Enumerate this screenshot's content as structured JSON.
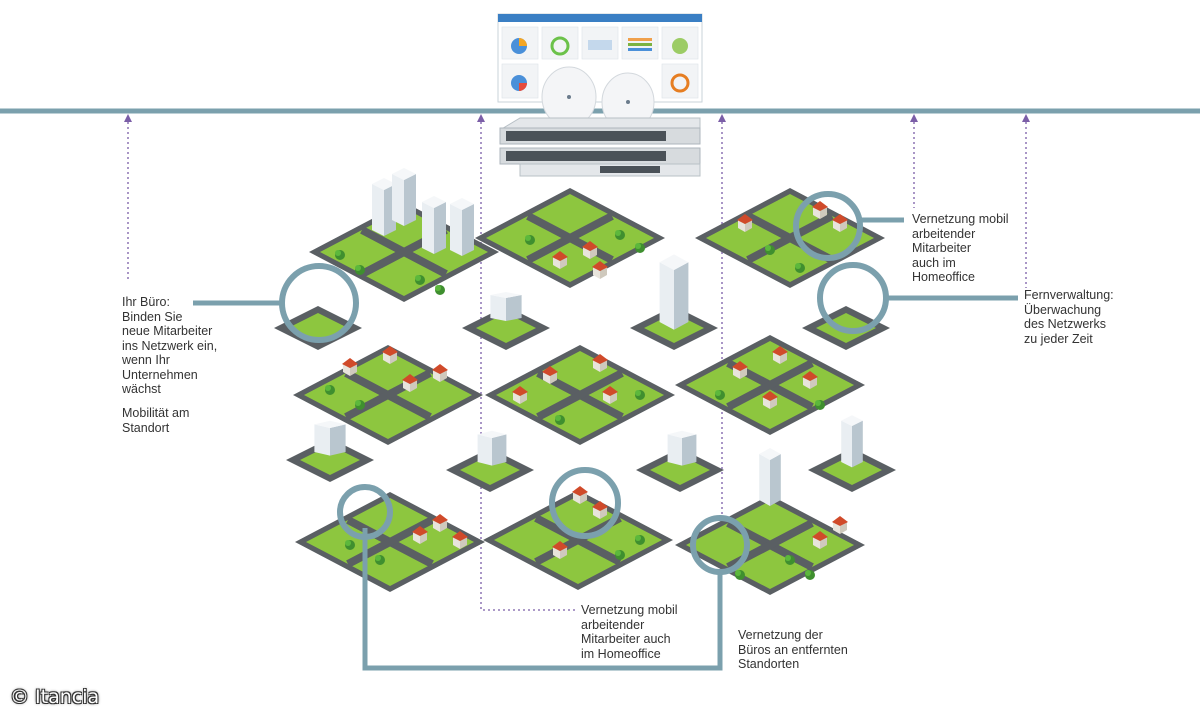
{
  "labels": {
    "office": "Ihr Büro:\nBinden Sie\nneue Mitarbeiter\nins Netzwerk ein,\nwenn Ihr\nUnternehmen\nwächst",
    "mobility": "Mobilität am\nStandort",
    "mobile_top": "Vernetzung mobil\narbeitender\nMitarbeiter\nauch im\nHomeoffice",
    "remote_mgmt": "Fernverwaltung:\nÜberwachung\ndes Netzwerks\nzu jeder Zeit",
    "mobile_bottom": "Vernetzung mobil\narbeitender\nMitarbeiter auch\nim Homeoffice",
    "branch": "Vernetzung der\nBüros an entfernten\nStandorten"
  },
  "credit": "© Itancia",
  "colors": {
    "backbone": "#7ba0ad",
    "ring": "#7ba0ad",
    "dotted": "#7b5ea7",
    "grass": "#8dc63f",
    "road": "#5a5f63",
    "text": "#333333"
  }
}
